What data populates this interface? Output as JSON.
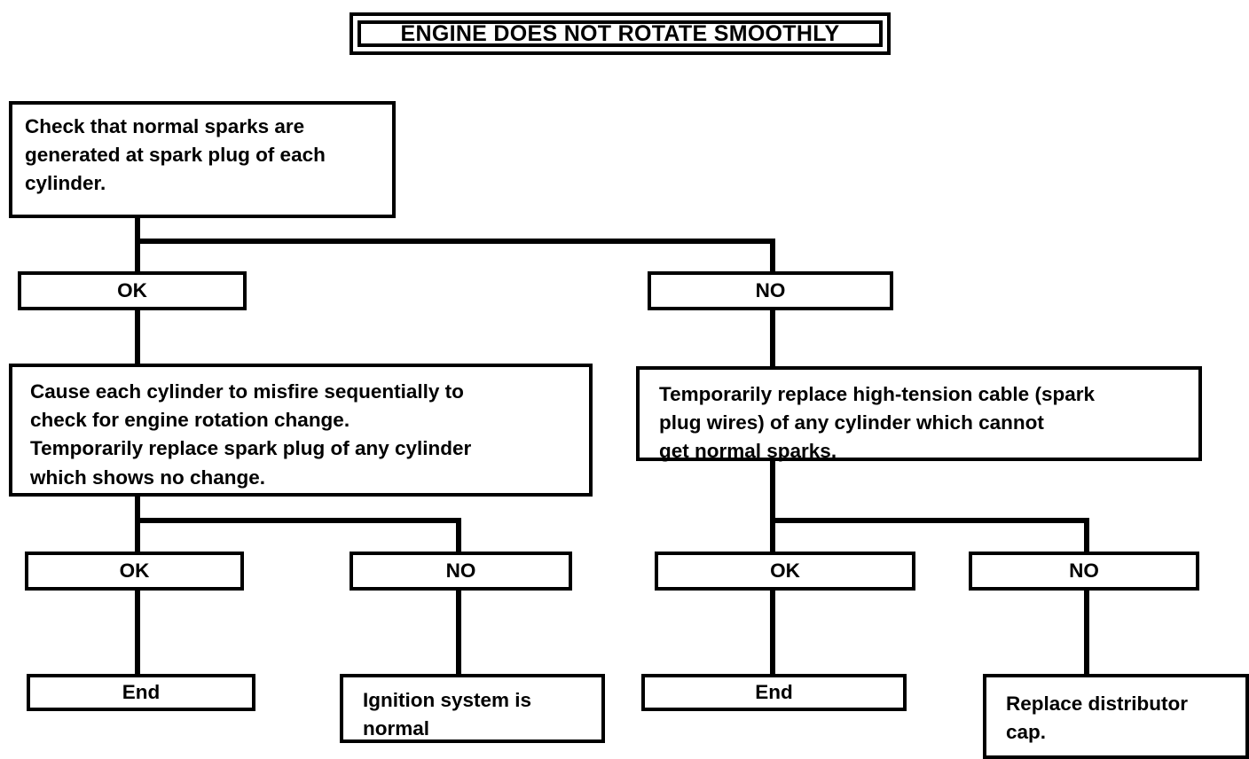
{
  "title": {
    "text": "ENGINE DOES NOT ROTATE SMOOTHLY"
  },
  "colors": {
    "ink": "#000000",
    "paper": "#ffffff"
  },
  "nodes": {
    "start_check": {
      "text": "Check that normal sparks are\ngenerated at spark plug of each\ncylinder."
    },
    "branch1_ok": {
      "label": "OK"
    },
    "branch1_no": {
      "label": "NO"
    },
    "left_action": {
      "text": "Cause each cylinder to misfire sequentially to\ncheck for engine rotation change.\nTemporarily replace spark plug of any cylinder\nwhich shows no change."
    },
    "right_action": {
      "text": "Temporarily replace high-tension cable (spark\nplug wires) of any cylinder which cannot\nget normal sparks."
    },
    "branch2_left_ok": {
      "label": "OK"
    },
    "branch2_left_no": {
      "label": "NO"
    },
    "branch2_right_ok": {
      "label": "OK"
    },
    "branch2_right_no": {
      "label": "NO"
    },
    "terminal_left_end": {
      "label": "End"
    },
    "terminal_ignition_normal": {
      "text": "Ignition system is\nnormal"
    },
    "terminal_right_end": {
      "label": "End"
    },
    "terminal_replace_cap": {
      "text": "Replace distributor\ncap."
    }
  }
}
